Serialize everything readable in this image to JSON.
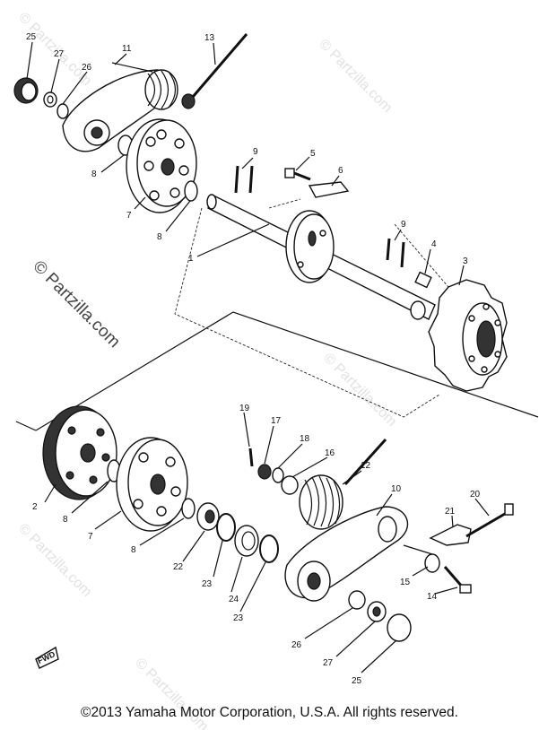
{
  "watermark_side": "© Partzilla.com",
  "watermark_faint": "© Partzilla.com",
  "copyright": "©2013 Yamaha Motor Corporation, U.S.A. All rights reserved.",
  "fwd_label": "FWD",
  "callouts": [
    "25",
    "27",
    "26",
    "11",
    "13",
    "8",
    "7",
    "8",
    "9",
    "5",
    "6",
    "1",
    "9",
    "4",
    "3",
    "2",
    "8",
    "7",
    "8",
    "22",
    "23",
    "24",
    "23",
    "19",
    "17",
    "18",
    "16",
    "12",
    "10",
    "20",
    "21",
    "15",
    "14",
    "26",
    "27",
    "25"
  ]
}
